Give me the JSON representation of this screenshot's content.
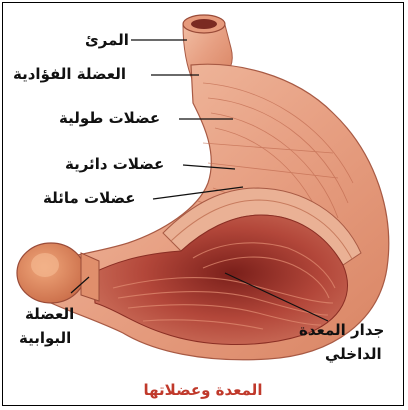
{
  "labels": {
    "esophagus": "المرئ",
    "cardiac_muscle": "العضلة الفؤادية",
    "longitudinal_muscles": "عضلات طولية",
    "circular_muscles": "عضلات دائرية",
    "oblique_muscles": "عضلات مائلة",
    "pyloric_muscle_line1": "العضلة",
    "pyloric_muscle_line2": "البوابية",
    "inner_wall_line1": "جدار المعدة",
    "inner_wall_line2": "الداخلي"
  },
  "caption": "المعدة وعضلاتها",
  "colors": {
    "outer_muscle": "#e9a487",
    "inner_lining": "#b4473a",
    "caption": "#c0392b"
  }
}
